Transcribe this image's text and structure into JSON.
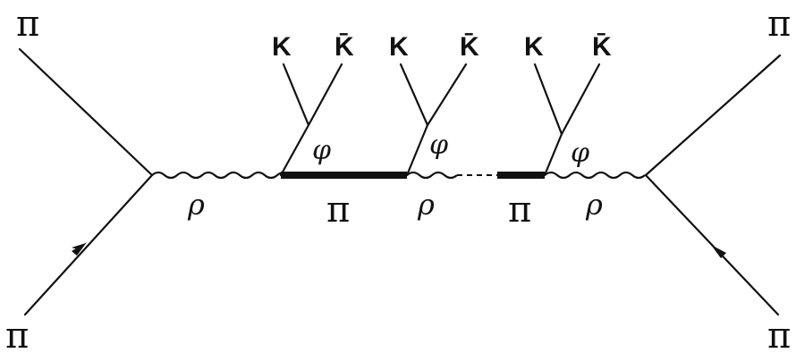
{
  "labels": {
    "pi_top_left": "π",
    "pi_bottom_left": "π",
    "pi_top_right": "π",
    "pi_bottom_right": "π",
    "k1": "K",
    "kbar1": "K̄",
    "k2": "K",
    "kbar2": "K̄",
    "k3": "K",
    "kbar3": "K̄",
    "phi1": "φ",
    "phi2": "φ",
    "phi3": "φ",
    "rho1": "ρ",
    "rho2": "ρ",
    "rho3": "ρ",
    "pi_prop1": "π",
    "pi_prop2": "π"
  }
}
